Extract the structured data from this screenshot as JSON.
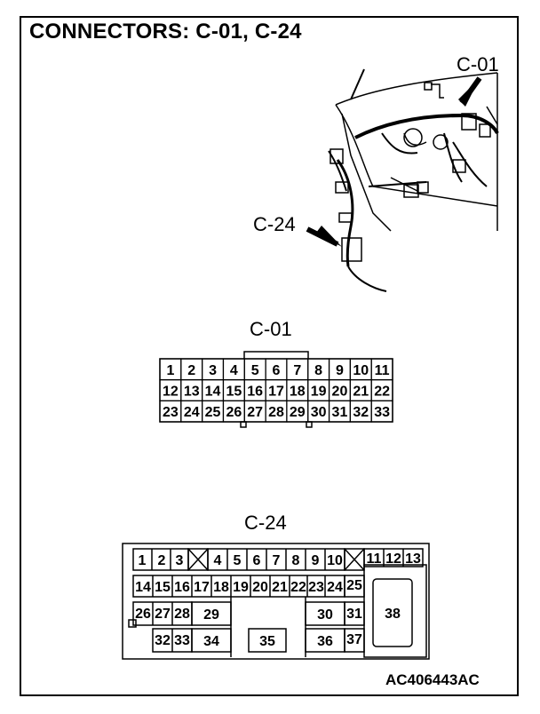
{
  "title": "CONNECTORS: C-01, C-24",
  "callouts": {
    "c01": "C-01",
    "c24": "C-24"
  },
  "connector_c01": {
    "label": "C-01",
    "rows": [
      [
        "1",
        "2",
        "3",
        "4",
        "5",
        "6",
        "7",
        "8",
        "9",
        "10",
        "11"
      ],
      [
        "12",
        "13",
        "14",
        "15",
        "16",
        "17",
        "18",
        "19",
        "20",
        "21",
        "22"
      ],
      [
        "23",
        "24",
        "25",
        "26",
        "27",
        "28",
        "29",
        "30",
        "31",
        "32",
        "33"
      ]
    ]
  },
  "connector_c24": {
    "label": "C-24",
    "pins": [
      "1",
      "2",
      "3",
      "4",
      "5",
      "6",
      "7",
      "8",
      "9",
      "10",
      "11",
      "12",
      "13",
      "14",
      "15",
      "16",
      "17",
      "18",
      "19",
      "20",
      "21",
      "22",
      "23",
      "24",
      "25",
      "26",
      "27",
      "28",
      "29",
      "30",
      "31",
      "32",
      "33",
      "34",
      "35",
      "36",
      "37",
      "38"
    ]
  },
  "figure_code": "AC406443AC"
}
